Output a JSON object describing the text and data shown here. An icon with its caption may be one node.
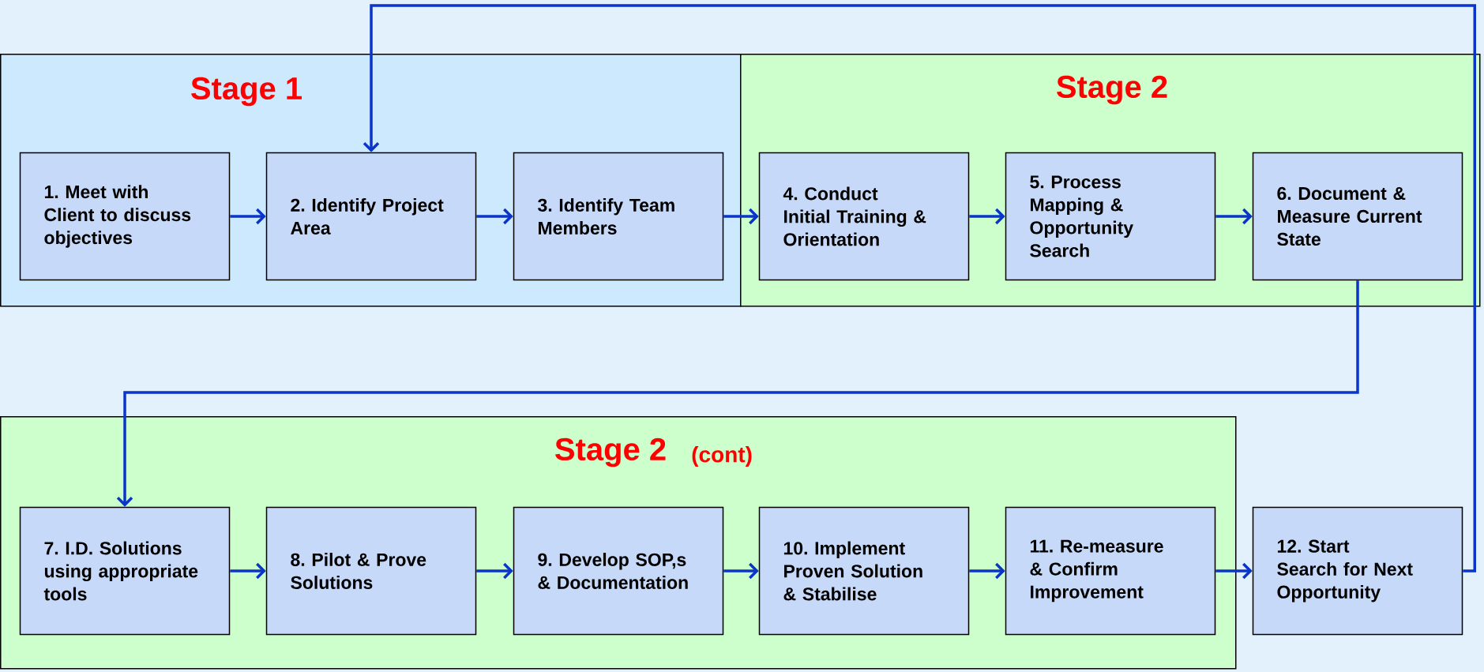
{
  "diagram": {
    "nodes": [
      {
        "text": [
          "Stage 1"
        ]
      },
      {
        "text": [
          "1. Meet with Client to discuss objectives"
        ],
        "in": 0
      },
      {
        "text": [
          "2. Identify Project Area"
        ],
        "in": 0
      },
      {
        "text": [
          "3. Identify Team Members"
        ],
        "in": 0
      },
      {
        "text": [
          "Stage 2"
        ]
      },
      {
        "text": [
          "4. Conduct Initial Training & Orientation"
        ],
        "in": 4
      },
      {
        "text": [
          "5. Process Mapping & Opportunity Search"
        ],
        "in": 4
      },
      {
        "text": [
          "6. Document & Measure Current State"
        ],
        "in": 4
      },
      {
        "text": [
          "Stage 2",
          "(cont)"
        ]
      },
      {
        "text": [
          "7. I.D. Solutions using appropriate tools"
        ],
        "in": 8
      },
      {
        "text": [
          "8. Pilot & Prove Solutions"
        ],
        "in": 8
      },
      {
        "text": [
          "9. Develop SOP,s & Documentation"
        ],
        "in": 8
      },
      {
        "text": [
          "10. Implement Proven Solution & Stabilise"
        ],
        "in": 8
      },
      {
        "text": [
          "11. Re-measure & Confirm Improvement"
        ],
        "in": 8
      },
      {
        "text": [
          "12. Start Search for Next Opportunity"
        ]
      }
    ],
    "edges": [
      {
        "from": 1,
        "to": 2,
        "arrow": "to"
      },
      {
        "from": 2,
        "to": 3,
        "arrow": "to"
      },
      {
        "from": 3,
        "to": 5,
        "arrow": "to"
      },
      {
        "from": 5,
        "to": 6,
        "arrow": "to"
      },
      {
        "from": 6,
        "to": 7,
        "arrow": "to"
      },
      {
        "from": 7,
        "to": 9,
        "arrow": "to"
      },
      {
        "from": 9,
        "to": 10,
        "arrow": "to"
      },
      {
        "from": 10,
        "to": 11,
        "arrow": "to"
      },
      {
        "from": 11,
        "to": 12,
        "arrow": "to"
      },
      {
        "from": 12,
        "to": 13,
        "arrow": "to"
      },
      {
        "from": 13,
        "to": 14,
        "arrow": "to"
      },
      {
        "from": 14,
        "to": 2,
        "arrow": "to"
      }
    ]
  }
}
